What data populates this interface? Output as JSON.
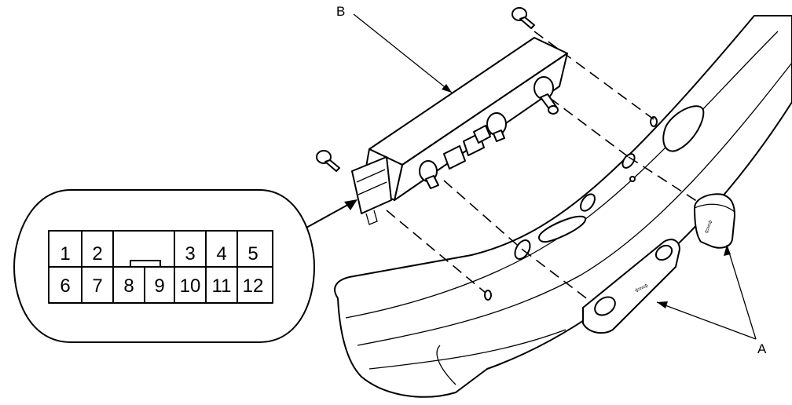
{
  "callouts": {
    "switch_unit": "B",
    "switch_knobs": "A"
  },
  "connector": {
    "top_row": [
      "1",
      "2",
      "3",
      "4",
      "5"
    ],
    "bottom_row": [
      "6",
      "7",
      "8",
      "9",
      "10",
      "11",
      "12"
    ]
  }
}
